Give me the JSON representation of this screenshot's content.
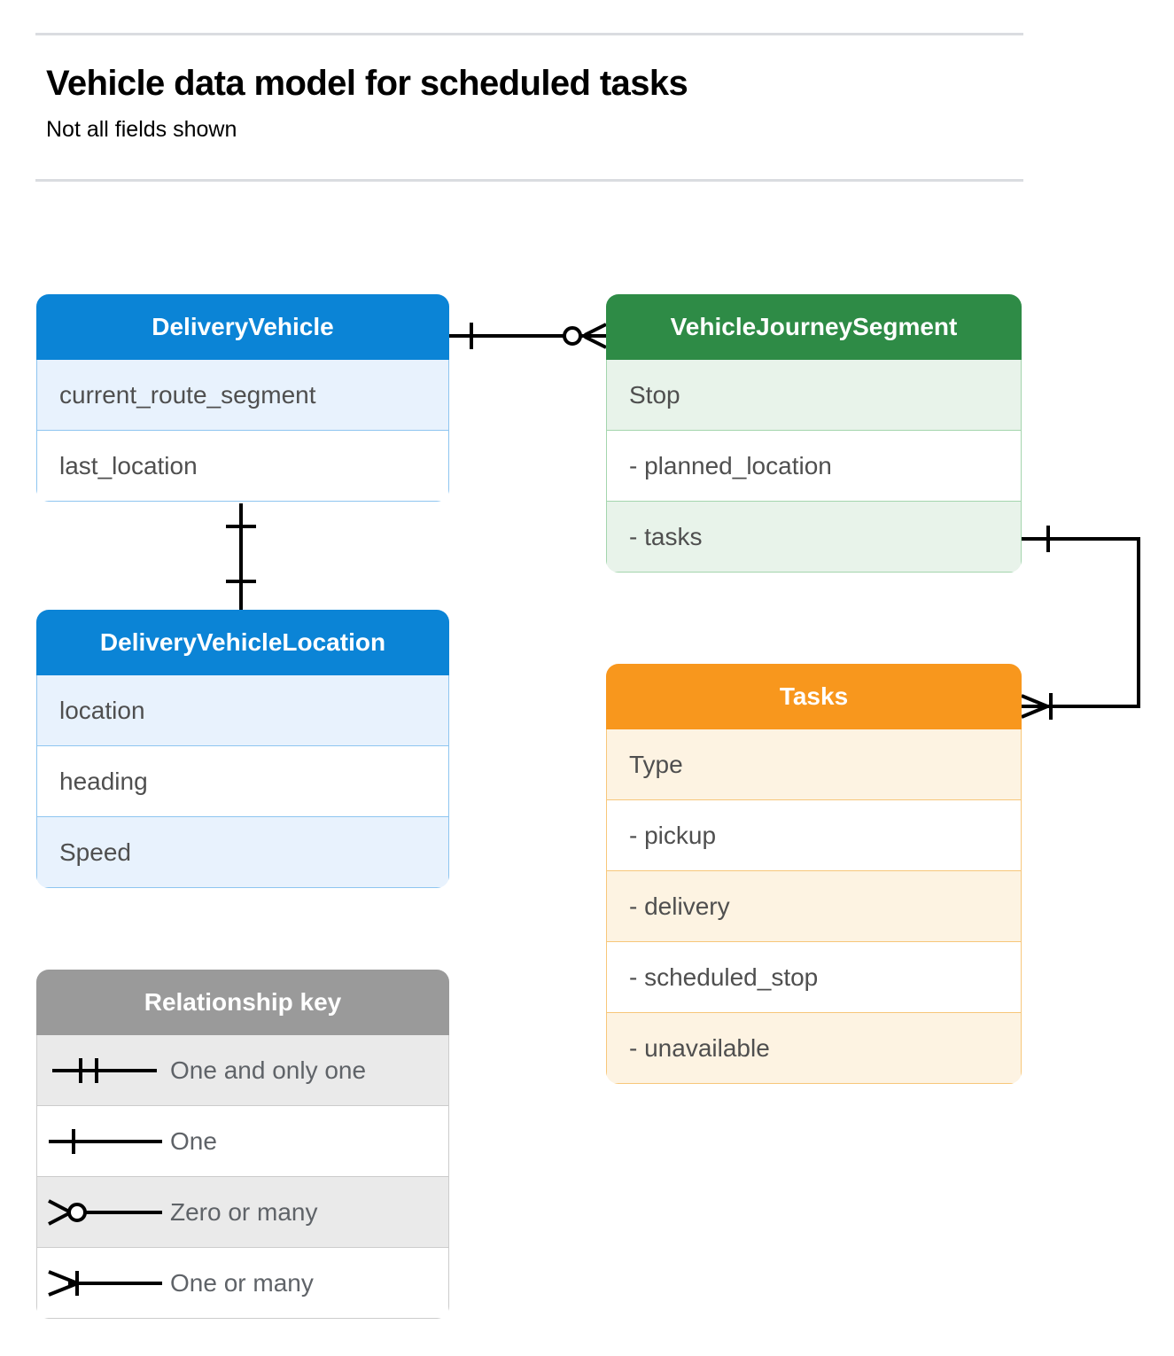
{
  "header": {
    "title": "Vehicle data model for scheduled tasks",
    "subtitle": "Not all fields shown"
  },
  "entities": [
    {
      "id": "DeliveryVehicle",
      "name": "DeliveryVehicle",
      "color": "#0b84d6",
      "rows": [
        "current_route_segment",
        "last_location"
      ]
    },
    {
      "id": "VehicleJourneySegment",
      "name": "VehicleJourneySegment",
      "color": "#2e8b46",
      "rows": [
        "Stop",
        "-  planned_location",
        "- tasks"
      ]
    },
    {
      "id": "DeliveryVehicleLocation",
      "name": "DeliveryVehicleLocation",
      "color": "#0b84d6",
      "rows": [
        "location",
        "heading",
        "Speed"
      ]
    },
    {
      "id": "Tasks",
      "name": "Tasks",
      "color": "#f8971d",
      "rows": [
        "Type",
        "-  pickup",
        "-  delivery",
        "-  scheduled_stop",
        "-  unavailable"
      ]
    }
  ],
  "legend": {
    "title": "Relationship key",
    "color": "#9a9a9a",
    "items": [
      {
        "symbol": "one-and-only-one",
        "label": "One and only one"
      },
      {
        "symbol": "one",
        "label": "One"
      },
      {
        "symbol": "zero-or-many",
        "label": "Zero or many"
      },
      {
        "symbol": "one-or-many",
        "label": "One or many"
      }
    ]
  },
  "relationships": [
    {
      "from": "DeliveryVehicle",
      "to": "VehicleJourneySegment",
      "from_cardinality": "one",
      "to_cardinality": "zero-or-many"
    },
    {
      "from": "DeliveryVehicle",
      "to": "DeliveryVehicleLocation",
      "from_cardinality": "one",
      "to_cardinality": "one"
    },
    {
      "from": "VehicleJourneySegment.tasks",
      "to": "Tasks",
      "from_cardinality": "one",
      "to_cardinality": "one-or-many"
    }
  ],
  "colors": {
    "rule": "#dadce0",
    "connector": "#000000",
    "row_text": "#4f4f4f",
    "legend_text": "#5f6368"
  }
}
